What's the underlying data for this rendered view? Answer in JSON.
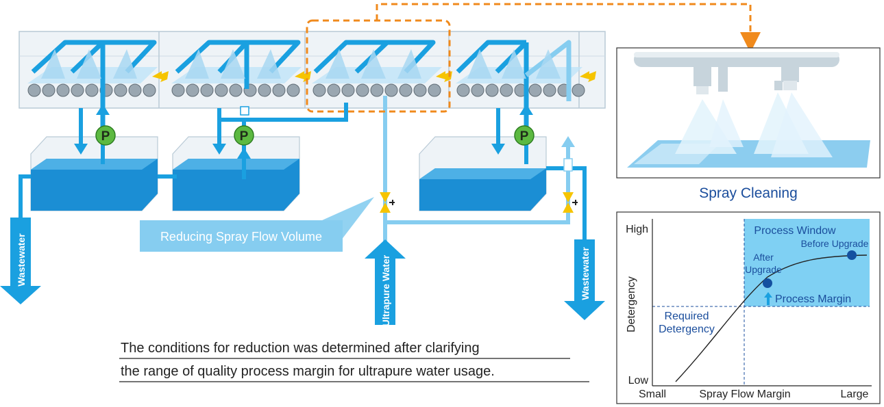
{
  "diagram": {
    "pump_label": "P",
    "callout_reduce": "Reducing Spray Flow Volume",
    "wastewater_left": "Wastewater",
    "wastewater_right": "Wastewater",
    "ultrapure_water": "Ultrapure Water",
    "caption_line1": "The conditions for reduction was determined after clarifying",
    "caption_line2": "the range of quality process margin for ultrapure water usage."
  },
  "spray_panel": {
    "title": "Spray Cleaning"
  },
  "chart_data": {
    "type": "line",
    "y_axis": {
      "label": "Detergency",
      "tick_high": "High",
      "tick_low": "Low"
    },
    "x_axis": {
      "label": "Spray Flow Margin",
      "tick_small": "Small",
      "tick_large": "Large"
    },
    "process_window_label": "Process Window",
    "required_label_1": "Required",
    "required_label_2": "Detergency",
    "points": [
      {
        "line1": "After",
        "line2": "Upgrade"
      },
      {
        "line1": "Before Upgrade",
        "line2": ""
      }
    ],
    "process_margin_label": "Process Margin",
    "colors": {
      "window": "#7fd0f3",
      "point": "#1450a0",
      "text": "#1a4d9c",
      "curve": "#222222"
    }
  },
  "colors": {
    "pipe": "#1aa0e0",
    "pipe_light": "#86cdf0",
    "tank": "#1b8ed4",
    "pump": "#5cb941",
    "arrow_yellow": "#f6c400",
    "highlight": "#f08a1c"
  }
}
